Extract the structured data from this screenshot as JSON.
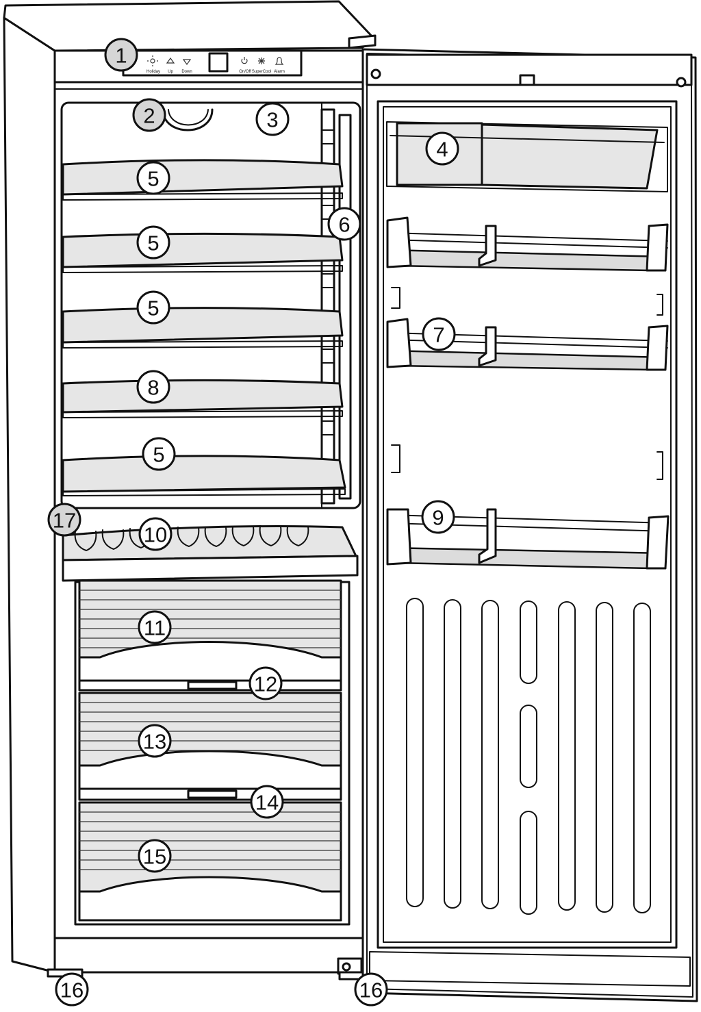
{
  "figure": {
    "type": "labeled-appliance-diagram",
    "subject": "refrigerator-freezer, door open",
    "colors": {
      "line": "#111111",
      "fill_light": "#e6e6e6",
      "callout_white": "#ffffff",
      "callout_grey": "#d6d6d6",
      "background": "#ffffff"
    }
  },
  "control_panel": {
    "buttons": [
      {
        "icon": "holiday-icon",
        "label": "Holiday"
      },
      {
        "icon": "up-arrow-icon",
        "label": "Up"
      },
      {
        "icon": "down-arrow-icon",
        "label": "Down"
      },
      {
        "icon": "power-icon",
        "label": "On/Off"
      },
      {
        "icon": "supercool-icon",
        "label": "SuperCool"
      },
      {
        "icon": "alarm-bell-icon",
        "label": "Alarm"
      }
    ]
  },
  "callouts": [
    {
      "id": "c1",
      "label": "1",
      "style": "grey"
    },
    {
      "id": "c2",
      "label": "2",
      "style": "grey"
    },
    {
      "id": "c3",
      "label": "3",
      "style": "white"
    },
    {
      "id": "c4",
      "label": "4",
      "style": "white"
    },
    {
      "id": "c5a",
      "label": "5",
      "style": "white"
    },
    {
      "id": "c5b",
      "label": "5",
      "style": "white"
    },
    {
      "id": "c5c",
      "label": "5",
      "style": "white"
    },
    {
      "id": "c6",
      "label": "6",
      "style": "white"
    },
    {
      "id": "c7",
      "label": "7",
      "style": "white"
    },
    {
      "id": "c8",
      "label": "8",
      "style": "white"
    },
    {
      "id": "c5d",
      "label": "5",
      "style": "white"
    },
    {
      "id": "c9",
      "label": "9",
      "style": "white"
    },
    {
      "id": "c17",
      "label": "17",
      "style": "grey"
    },
    {
      "id": "c10",
      "label": "10",
      "style": "white"
    },
    {
      "id": "c11",
      "label": "11",
      "style": "white"
    },
    {
      "id": "c12",
      "label": "12",
      "style": "white"
    },
    {
      "id": "c13",
      "label": "13",
      "style": "white"
    },
    {
      "id": "c14",
      "label": "14",
      "style": "white"
    },
    {
      "id": "c15",
      "label": "15",
      "style": "white"
    },
    {
      "id": "c16a",
      "label": "16",
      "style": "white"
    },
    {
      "id": "c16b",
      "label": "16",
      "style": "white"
    }
  ]
}
